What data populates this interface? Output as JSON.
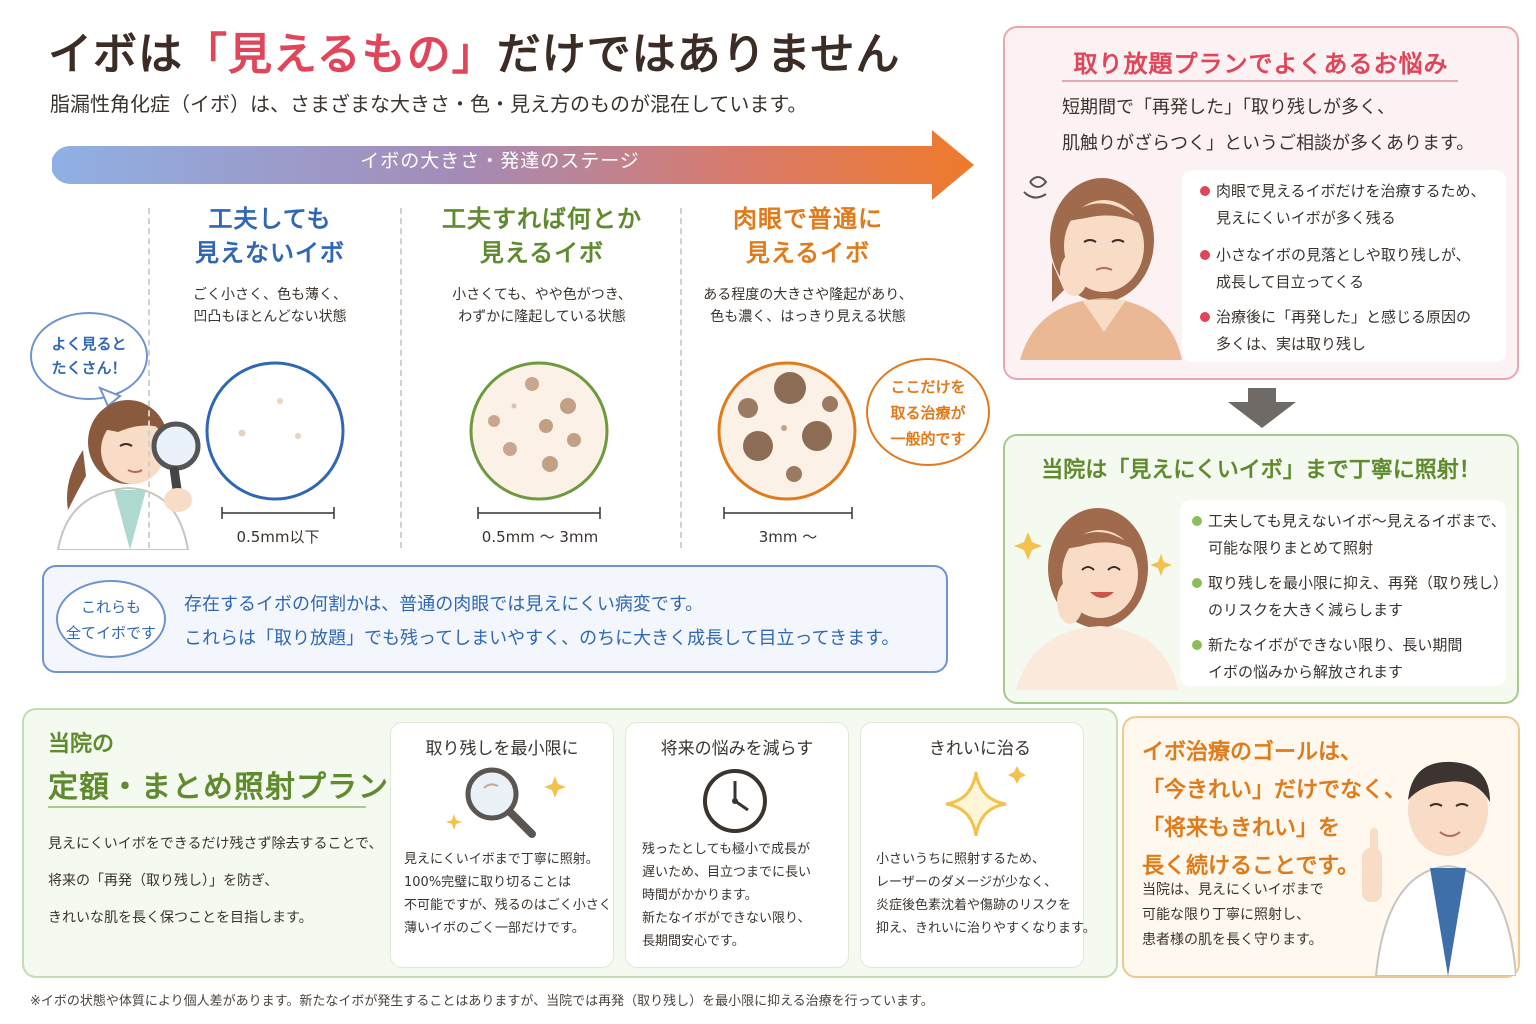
{
  "header": {
    "title_part1": "イボは",
    "title_highlight": "「見えるもの」",
    "title_part2": "だけではありません",
    "subtitle": "脂漏性角化症（イボ）は、さまざまな大きさ・色・見え方のものが混在しています。",
    "stage_label": "イボの大きさ・発達のステージ"
  },
  "doctor_speech": [
    "よく見ると",
    "たくさん！"
  ],
  "stages": [
    {
      "title_line1": "工夫しても",
      "title_line2": "見えないイボ",
      "desc_line1": "ごく小さく、色も薄く、",
      "desc_line2": "凹凸もほとんどない状態",
      "scale": "0.5mm以下"
    },
    {
      "title_line1": "工夫すれば何とか",
      "title_line2": "見えるイボ",
      "desc_line1": "小さくても、やや色がつき、",
      "desc_line2": "わずかに隆起している状態",
      "scale": "0.5mm 〜 3mm"
    },
    {
      "title_line1": "肉眼で普通に",
      "title_line2": "見えるイボ",
      "desc_line1": "ある程度の大きさや隆起があり、",
      "desc_line2": "色も濃く、はっきり見える状態",
      "scale": "3mm 〜"
    }
  ],
  "common_treatment_bubble": [
    "ここだけを",
    "取る治療が",
    "一般的です"
  ],
  "info": {
    "badge_line1": "これらも",
    "badge_line2": "全てイボです",
    "line1": "存在するイボの何割かは、普通の肉眼では見えにくい病変です。",
    "line2": "これらは「取り放題」でも残ってしまいやすく、のちに大きく成長して目立ってきます。"
  },
  "worry": {
    "title": "取り放題プランでよくあるお悩み",
    "lead_line1": "短期間で「再発した」「取り残しが多く、",
    "lead_line2": "肌触りがざらつく」というご相談が多くあります。",
    "bullets": [
      {
        "line1": "肉眼で見えるイボだけを治療するため、",
        "line2": "見えにくいイボが多く残る"
      },
      {
        "line1": "小さなイボの見落としや取り残しが、",
        "line2": "成長して目立ってくる"
      },
      {
        "line1": "治療後に「再発した」と感じる原因の",
        "line2": "多くは、実は取り残し"
      }
    ]
  },
  "clinic": {
    "title": "当院は「見えにくいイボ」まで丁寧に照射！",
    "bullets": [
      {
        "line1": "工夫しても見えないイボ〜見えるイボまで、",
        "line2": "可能な限りまとめて照射"
      },
      {
        "line1": "取り残しを最小限に抑え、再発（取り残し）",
        "line2": "のリスクを大きく減らします"
      },
      {
        "line1": "新たなイボができない限り、長い期間",
        "line2": "イボの悩みから解放されます"
      }
    ]
  },
  "plan": {
    "small_title": "当院の",
    "big_title": "定額・まとめ照射プラン",
    "desc": [
      "見えにくいイボをできるだけ残さず除去することで、",
      "将来の「再発（取り残し）」を防ぎ、",
      "きれいな肌を長く保つことを目指します。"
    ],
    "features": [
      {
        "title": "取り残しを最小限に",
        "icon": "magnifier-icon",
        "lines": [
          "見えにくいイボまで丁寧に照射。",
          "100%完璧に取り切ることは",
          "不可能ですが、残るのはごく小さく",
          "薄いイボのごく一部だけです。"
        ]
      },
      {
        "title": "将来の悩みを減らす",
        "icon": "clock-icon",
        "lines": [
          "残ったとしても極小で成長が",
          "遅いため、目立つまでに長い",
          "時間がかかります。",
          "新たなイボができない限り、",
          "長期間安心です。"
        ]
      },
      {
        "title": "きれいに治る",
        "icon": "sparkle-icon",
        "lines": [
          "小さいうちに照射するため、",
          "レーザーのダメージが少なく、",
          "炎症後色素沈着や傷跡のリスクを",
          "抑え、きれいに治りやすくなります。"
        ]
      }
    ]
  },
  "goal": {
    "head": [
      "イボ治療のゴールは、",
      "「今きれい」だけでなく、",
      "「将来もきれい」を",
      "長く続けることです。"
    ],
    "text": [
      "当院は、見えにくいイボまで",
      "可能な限り丁寧に照射し、",
      "患者様の肌を長く守ります。"
    ]
  },
  "footnote": "※イボの状態や体質により個人差があります。新たなイボが発生することはありますが、当院では再発（取り残し）を最小限に抑える治療を行っています。",
  "colors": {
    "highlight_red": "#e0455a",
    "blue": "#2f67b4",
    "green": "#5f8b2e",
    "orange": "#e07b1c",
    "pink_border": "#eba7b0",
    "green_border": "#a7c98d"
  }
}
